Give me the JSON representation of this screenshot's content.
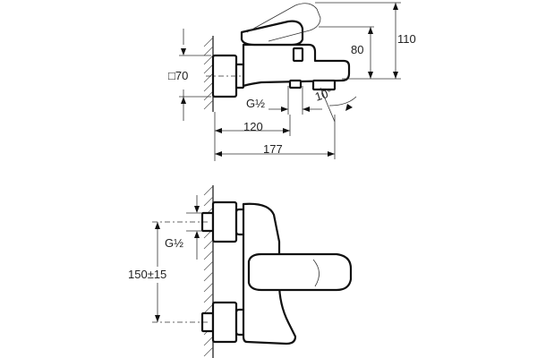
{
  "dimensions": {
    "square_section": "□70",
    "height_total": "110",
    "height_spout": "80",
    "thread_top": "G½",
    "length_inner": "120",
    "length_total": "177",
    "spout_angle": "10°",
    "thread_front": "G½",
    "centers": "150±15"
  },
  "colors": {
    "line": "#111111",
    "hatch": "#555555",
    "background": "#ffffff"
  }
}
